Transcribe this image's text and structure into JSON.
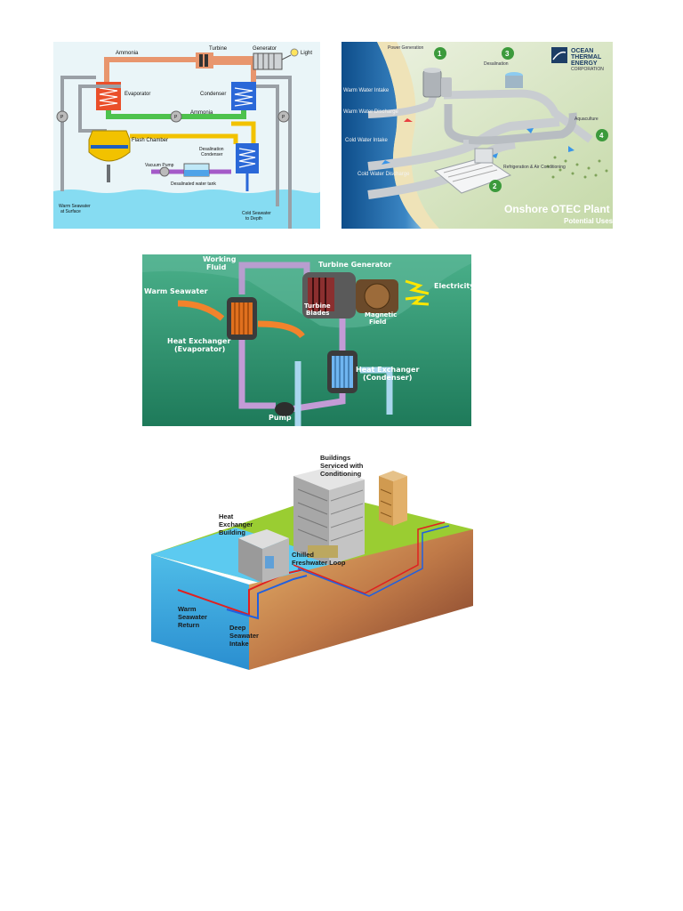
{
  "closed_cycle_diagram": {
    "labels": {
      "ammonia_top": "Ammonia",
      "turbine": "Turbine",
      "generator": "Generator",
      "light": "Light",
      "evaporator": "Evaporator",
      "condenser": "Condenser",
      "ammonia_mid": "Ammonia",
      "flash_chamber": "Flash Chamber",
      "desal_condenser_1": "Desalination",
      "desal_condenser_2": "Condenser",
      "vacuum_pump": "Vacuum Pump",
      "desal_tank": "Desalinated water tank",
      "warm_1": "Warm Seawater",
      "warm_2": "at Surface",
      "cold_1": "Cold Seawater",
      "cold_2": "to Depth",
      "pump_mark": "P"
    },
    "colors": {
      "ammonia_line": "#e8966e",
      "green_line": "#4dc24d",
      "desal_line": "#a45ac8",
      "gray_line": "#9aa0a6",
      "flash": "#f2c200",
      "sea": "#7fd7ef"
    }
  },
  "onshore_plant": {
    "title": "Onshore OTEC Plant",
    "subtitle": "Potential Uses",
    "logo": [
      "OCEAN",
      "THERMAL",
      "ENERGY",
      "CORPORATION"
    ],
    "markers": [
      "1",
      "2",
      "3",
      "4"
    ],
    "labels": {
      "power": "Power Generation",
      "desal": "Desalination",
      "aquaculture": "Aquaculture",
      "refrigeration": "Refrigeration & Air Conditioning",
      "warm_intake": "Warm Water Intake",
      "warm_discharge": "Warm Water Discharge",
      "cold_intake": "Cold Water Intake",
      "cold_discharge": "Cold Water Discharge"
    }
  },
  "rankine_diagram": {
    "labels": {
      "working_fluid_1": "Working",
      "working_fluid_2": "Fluid",
      "turbine_generator": "Turbine Generator",
      "warm_seawater": "Warm Seawater",
      "turbine_blades_1": "Turbine",
      "turbine_blades_2": "Blades",
      "magnetic_field_1": "Magnetic",
      "magnetic_field_2": "Field",
      "electricity": "Electricity",
      "evaporator_1": "Heat Exchanger",
      "evaporator_2": "(Evaporator)",
      "condenser_1": "Heat Exchanger",
      "condenser_2": "(Condenser)",
      "pump": "Pump"
    }
  },
  "district_cooling": {
    "labels": {
      "buildings_1": "Buildings",
      "buildings_2": "Serviced with",
      "buildings_3": "Conditioning",
      "hx_building_1": "Heat",
      "hx_building_2": "Exchanger",
      "hx_building_3": "Building",
      "chilled_1": "Chilled",
      "chilled_2": "Freshwater Loop",
      "warm_return_1": "Warm",
      "warm_return_2": "Seawater",
      "warm_return_3": "Return",
      "deep_intake_1": "Deep",
      "deep_intake_2": "Seawater",
      "deep_intake_3": "Intake"
    }
  }
}
